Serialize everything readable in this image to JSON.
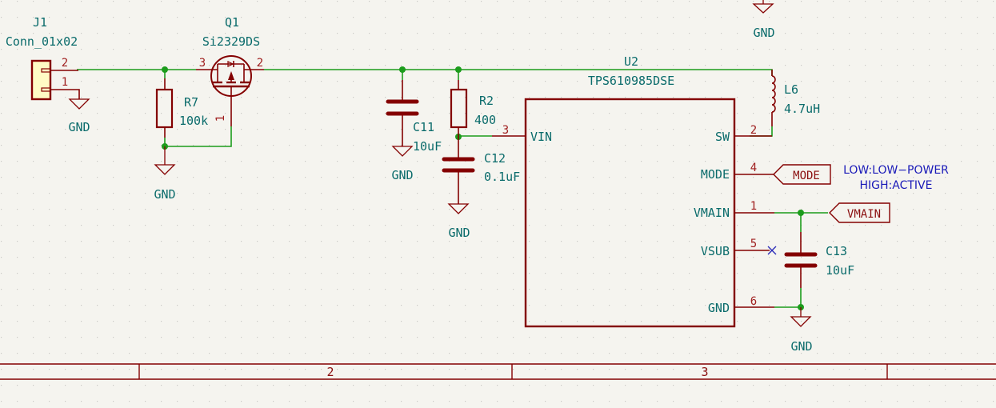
{
  "colors": {
    "background": "#f5f4ef",
    "wire": "#1c9c1c",
    "symbol": "#840000",
    "reference_text": "#0a6b6b",
    "pin_number": "#a02020",
    "note_text": "#1a1ab8",
    "connector_fill": "#fffbc4"
  },
  "components": {
    "j1": {
      "ref": "J1",
      "value": "Conn_01x02",
      "pins": [
        "2",
        "1"
      ]
    },
    "r7": {
      "ref": "R7",
      "value": "100k"
    },
    "q1": {
      "ref": "Q1",
      "value": "Si2329DS",
      "pins": {
        "source": "3",
        "drain": "2",
        "gate": "1"
      }
    },
    "c11": {
      "ref": "C11",
      "value": "10uF"
    },
    "r2": {
      "ref": "R2",
      "value": "400"
    },
    "c12": {
      "ref": "C12",
      "value": "0.1uF"
    },
    "u2": {
      "ref": "U2",
      "value": "TPS610985DSE",
      "pins": [
        {
          "name": "VIN",
          "number": "3"
        },
        {
          "name": "SW",
          "number": "2"
        },
        {
          "name": "MODE",
          "number": "4"
        },
        {
          "name": "VMAIN",
          "number": "1"
        },
        {
          "name": "VSUB",
          "number": "5"
        },
        {
          "name": "GND",
          "number": "6"
        }
      ]
    },
    "l6": {
      "ref": "L6",
      "value": "4.7uH"
    },
    "c13": {
      "ref": "C13",
      "value": "10uF"
    }
  },
  "power_symbols": {
    "gnd_label": "GND"
  },
  "labels": {
    "mode": "MODE",
    "vmain": "VMAIN"
  },
  "notes": {
    "mode_line1": "LOW:LOW−POWER",
    "mode_line2": "HIGH:ACTIVE"
  },
  "frame": {
    "columns": [
      "2",
      "3"
    ]
  }
}
